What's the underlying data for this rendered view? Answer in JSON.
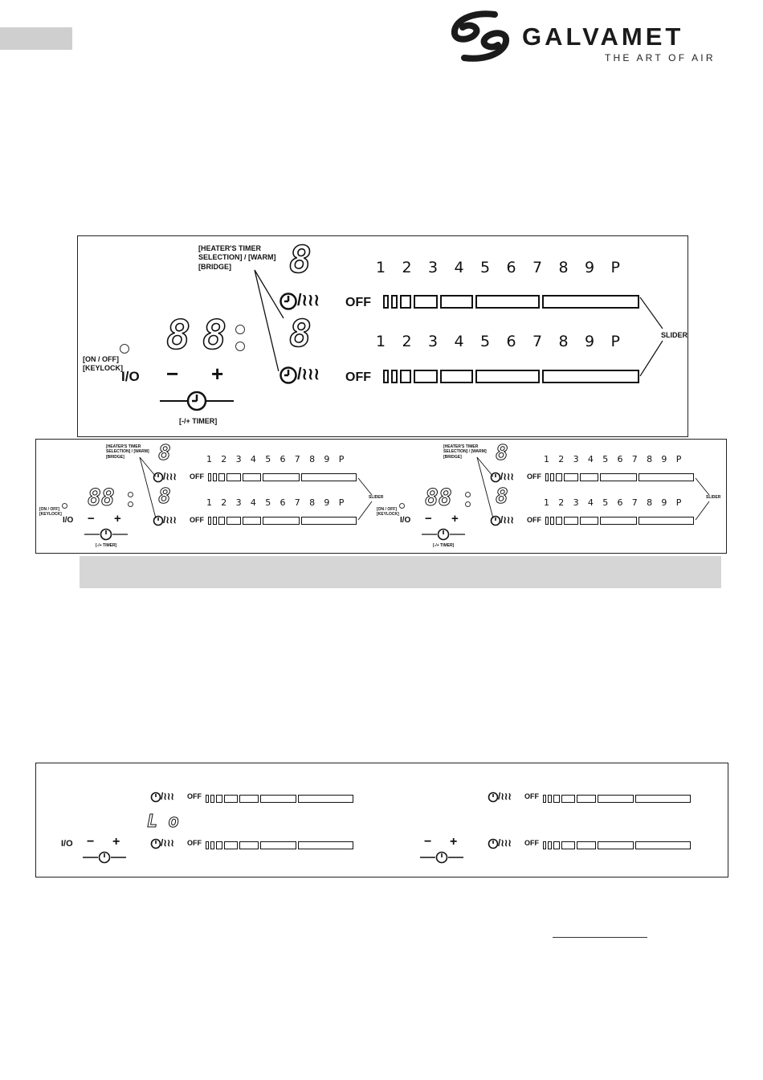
{
  "brand": {
    "name": "GALVAMET",
    "tagline": "THE ART OF AIR"
  },
  "panel1": {
    "heater_label": "[HEATER'S TIMER\nSELECTION] / [WARM]\n[BRIDGE]",
    "onoff_label": "[ON / OFF]\n[KEYLOCK]",
    "power_symbol": "I/O",
    "minus": "−",
    "plus": "+",
    "timer_label": "[-/+ TIMER]",
    "slider_label": "SLIDER",
    "off_label": "OFF",
    "digits": [
      "1",
      "2",
      "3",
      "4",
      "5",
      "6",
      "7",
      "8",
      "9",
      "P"
    ],
    "seg_digit": "8",
    "warm_symbol": "/≀≀≀"
  },
  "panel2": {
    "heater_label": "[HEATER'S TIMER\nSELECTION] / [WARM]\n[BRIDGE]",
    "onoff_label": "[ON / OFF]\n[KEYLOCK]",
    "power_symbol": "I/O",
    "minus": "−",
    "plus": "+",
    "timer_label": "[-/+ TIMER]",
    "slider_label": "SLIDER",
    "off_label": "OFF",
    "digits": [
      "1",
      "2",
      "3",
      "4",
      "5",
      "6",
      "7",
      "8",
      "9",
      "P"
    ]
  },
  "panel3": {
    "power_symbol": "I/O",
    "minus": "−",
    "plus": "+",
    "off_label": "OFF",
    "lo_display": "L o"
  }
}
